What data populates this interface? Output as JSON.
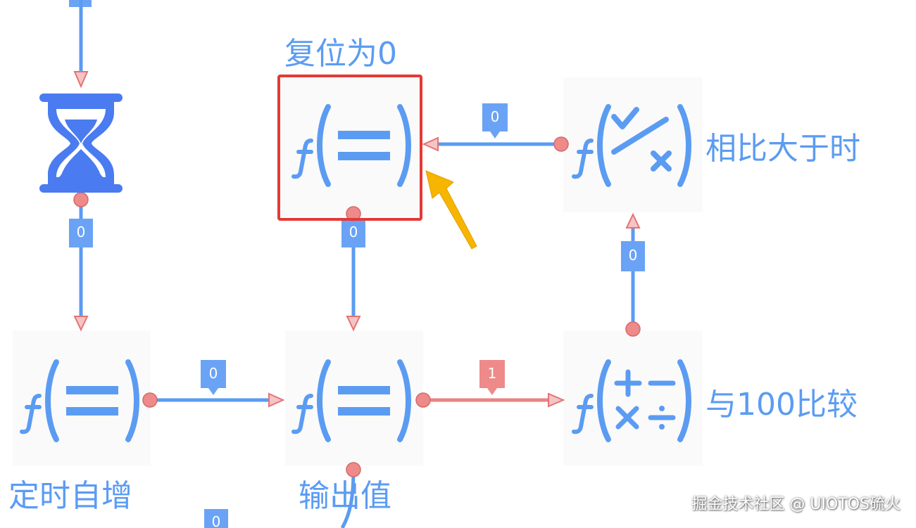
{
  "nodes": {
    "timer": {
      "icon": "hourglass-icon"
    },
    "increment": {
      "label": "定时自增",
      "icon": "function-equals-icon"
    },
    "reset": {
      "label": "复位为0",
      "icon": "function-equals-icon"
    },
    "output": {
      "label": "输出值",
      "icon": "function-equals-icon"
    },
    "compare_gt": {
      "label": "相比大于时",
      "icon": "function-compare-icon"
    },
    "compare_100": {
      "label": "与100比较",
      "icon": "function-arithmetic-icon"
    }
  },
  "edges": {
    "timer_to_increment": "0",
    "top_input": "",
    "increment_to_output": "0",
    "output_to_compare": "1",
    "compare_to_gt": "0",
    "gt_to_reset": "0",
    "reset_to_output": "0",
    "output_bottom": "0"
  },
  "watermark": "掘金技术社区 @ UIOTOS硫火",
  "colors": {
    "line": "#5b9cf2",
    "line_active": "#e88383",
    "label_bg": "#6aa3f5",
    "label_active_bg": "#ee8a8a",
    "port": "#ee8a8a",
    "highlight_box": "#e53935",
    "pointer_arrow": "#f7b500"
  }
}
